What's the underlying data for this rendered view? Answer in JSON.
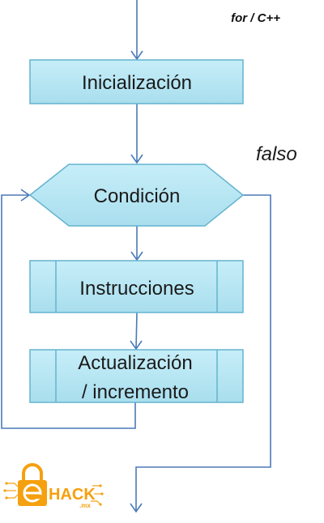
{
  "title": "for / C++",
  "false_label": "falso",
  "nodes": {
    "init": "Inicialización",
    "condition": "Condición",
    "instructions": "Instrucciones",
    "update_line1": "Actualización",
    "update_line2": "/ incremento"
  },
  "logo": {
    "brand": "HACK",
    "suffix": ".mx"
  },
  "colors": {
    "box_fill": "#b5e6f3",
    "box_stroke": "#64b3cf",
    "line": "#4a7ab8",
    "logo": "#f5a00f"
  }
}
